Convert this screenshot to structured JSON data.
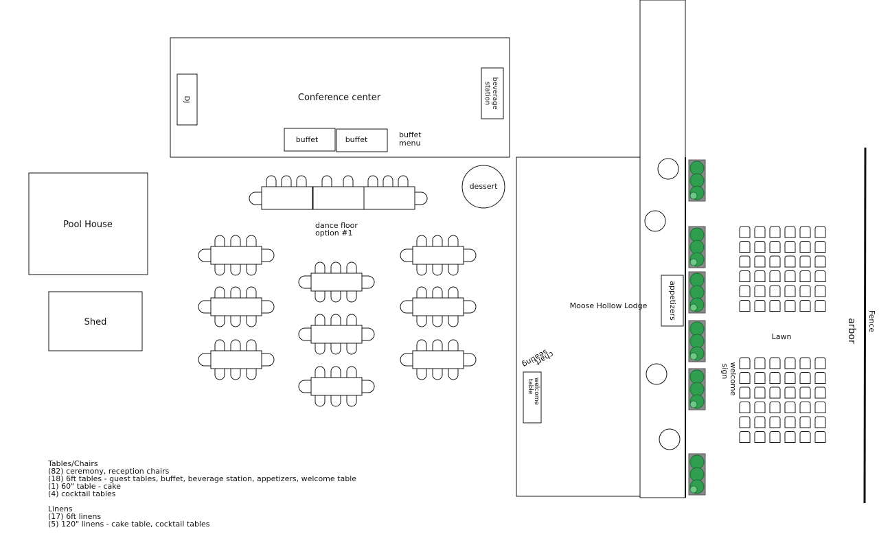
{
  "labels": {
    "conference_center": "Conference center",
    "dj": "DJ",
    "beverage_line1": "beverage",
    "beverage_line2": "station",
    "buffet_1": "buffet",
    "buffet_2": "buffet",
    "buffet_menu_line1": "buffet",
    "buffet_menu_line2": "menu",
    "pool_house": "Pool House",
    "shed": "Shed",
    "dessert": "dessert",
    "dance_floor_line1": "dance floor",
    "dance_floor_line2": "option #1",
    "lodge": "Moose Hollow Lodge",
    "appetizers": "appetizers",
    "seating_chart_line1": "seating",
    "seating_chart_line2": "chart",
    "welcome_table_line1": "welcome",
    "welcome_table_line2": "table",
    "welcome_sign_line1": "welcome",
    "welcome_sign_line2": "sign",
    "lawn": "Lawn",
    "fence": "Fence",
    "arbor": "arbor"
  },
  "notes": {
    "tables_heading": "Tables/Chairs",
    "tables": [
      "(82) ceremony, reception chairs",
      "(18) 6ft tables - guest tables, buffet, beverage station, appetizers, welcome table",
      "(1) 60\" table - cake",
      "(4) cocktail tables"
    ],
    "linens_heading": "Linens",
    "linens": [
      "(17) 6ft linens",
      "(5) 120\" linens - cake table, cocktail tables"
    ]
  },
  "colors": {
    "stroke": "#111111",
    "hedge": "#2f9e4f",
    "hedge_light": "#6fc986",
    "planter": "#8a8a8a"
  }
}
